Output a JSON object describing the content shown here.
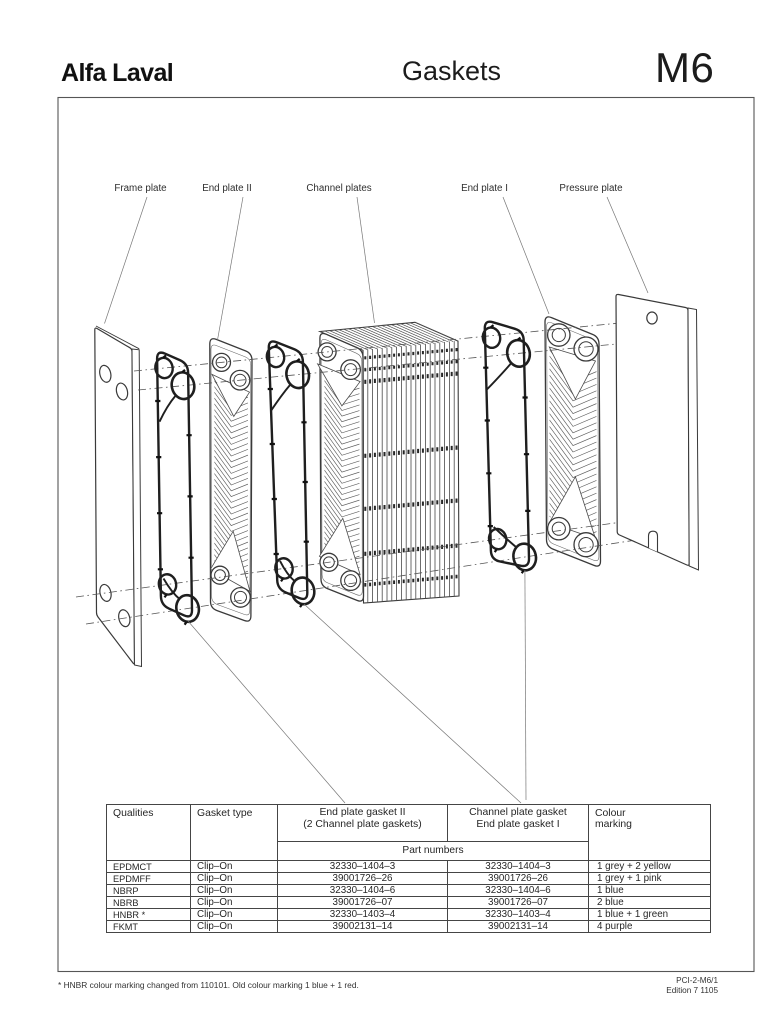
{
  "header": {
    "logo": "Alfa Laval",
    "title": "Gaskets",
    "model": "M6"
  },
  "diagram": {
    "labels": {
      "frame_plate": "Frame plate",
      "end_plate_ii": "End plate II",
      "channel_plates": "Channel plates",
      "end_plate_i": "End plate I",
      "pressure_plate": "Pressure plate"
    }
  },
  "table": {
    "headers": {
      "qualities": "Qualities",
      "gasket_type": "Gasket type",
      "end_plate_gasket_ii_line1": "End plate gasket II",
      "end_plate_gasket_ii_line2": "(2 Channel plate gaskets)",
      "channel_plate_gasket_line1": "Channel plate gasket",
      "channel_plate_gasket_line2": "End plate gasket I",
      "colour_line1": "Colour",
      "colour_line2": "marking",
      "part_numbers": "Part numbers"
    },
    "rows": [
      {
        "quality": "EPDMCT",
        "gasket_type": "Clip–On",
        "end_plate_gasket_ii": "32330–1404–3",
        "channel_plate_gasket": "32330–1404–3",
        "colour_marking": "1 grey + 2 yellow"
      },
      {
        "quality": "EPDMFF",
        "gasket_type": "Clip–On",
        "end_plate_gasket_ii": "39001726–26",
        "channel_plate_gasket": "39001726–26",
        "colour_marking": "1 grey + 1 pink"
      },
      {
        "quality": "NBRP",
        "gasket_type": "Clip–On",
        "end_plate_gasket_ii": "32330–1404–6",
        "channel_plate_gasket": "32330–1404–6",
        "colour_marking": "1 blue"
      },
      {
        "quality": "NBRB",
        "gasket_type": "Clip–On",
        "end_plate_gasket_ii": "39001726–07",
        "channel_plate_gasket": "39001726–07",
        "colour_marking": "2 blue"
      },
      {
        "quality": "HNBR *",
        "gasket_type": "Clip–On",
        "end_plate_gasket_ii": "32330–1403–4",
        "channel_plate_gasket": "32330–1403–4",
        "colour_marking": "1 blue + 1 green"
      },
      {
        "quality": "FKMT",
        "gasket_type": "Clip–On",
        "end_plate_gasket_ii": "39002131–14",
        "channel_plate_gasket": "39002131–14",
        "colour_marking": "4 purple"
      }
    ]
  },
  "footer": {
    "footnote": "* HNBR colour marking changed from 110101. Old colour marking 1 blue + 1 red.",
    "doc_ref": "PCI-2-M6/1",
    "edition": "Edition 7 1105"
  }
}
